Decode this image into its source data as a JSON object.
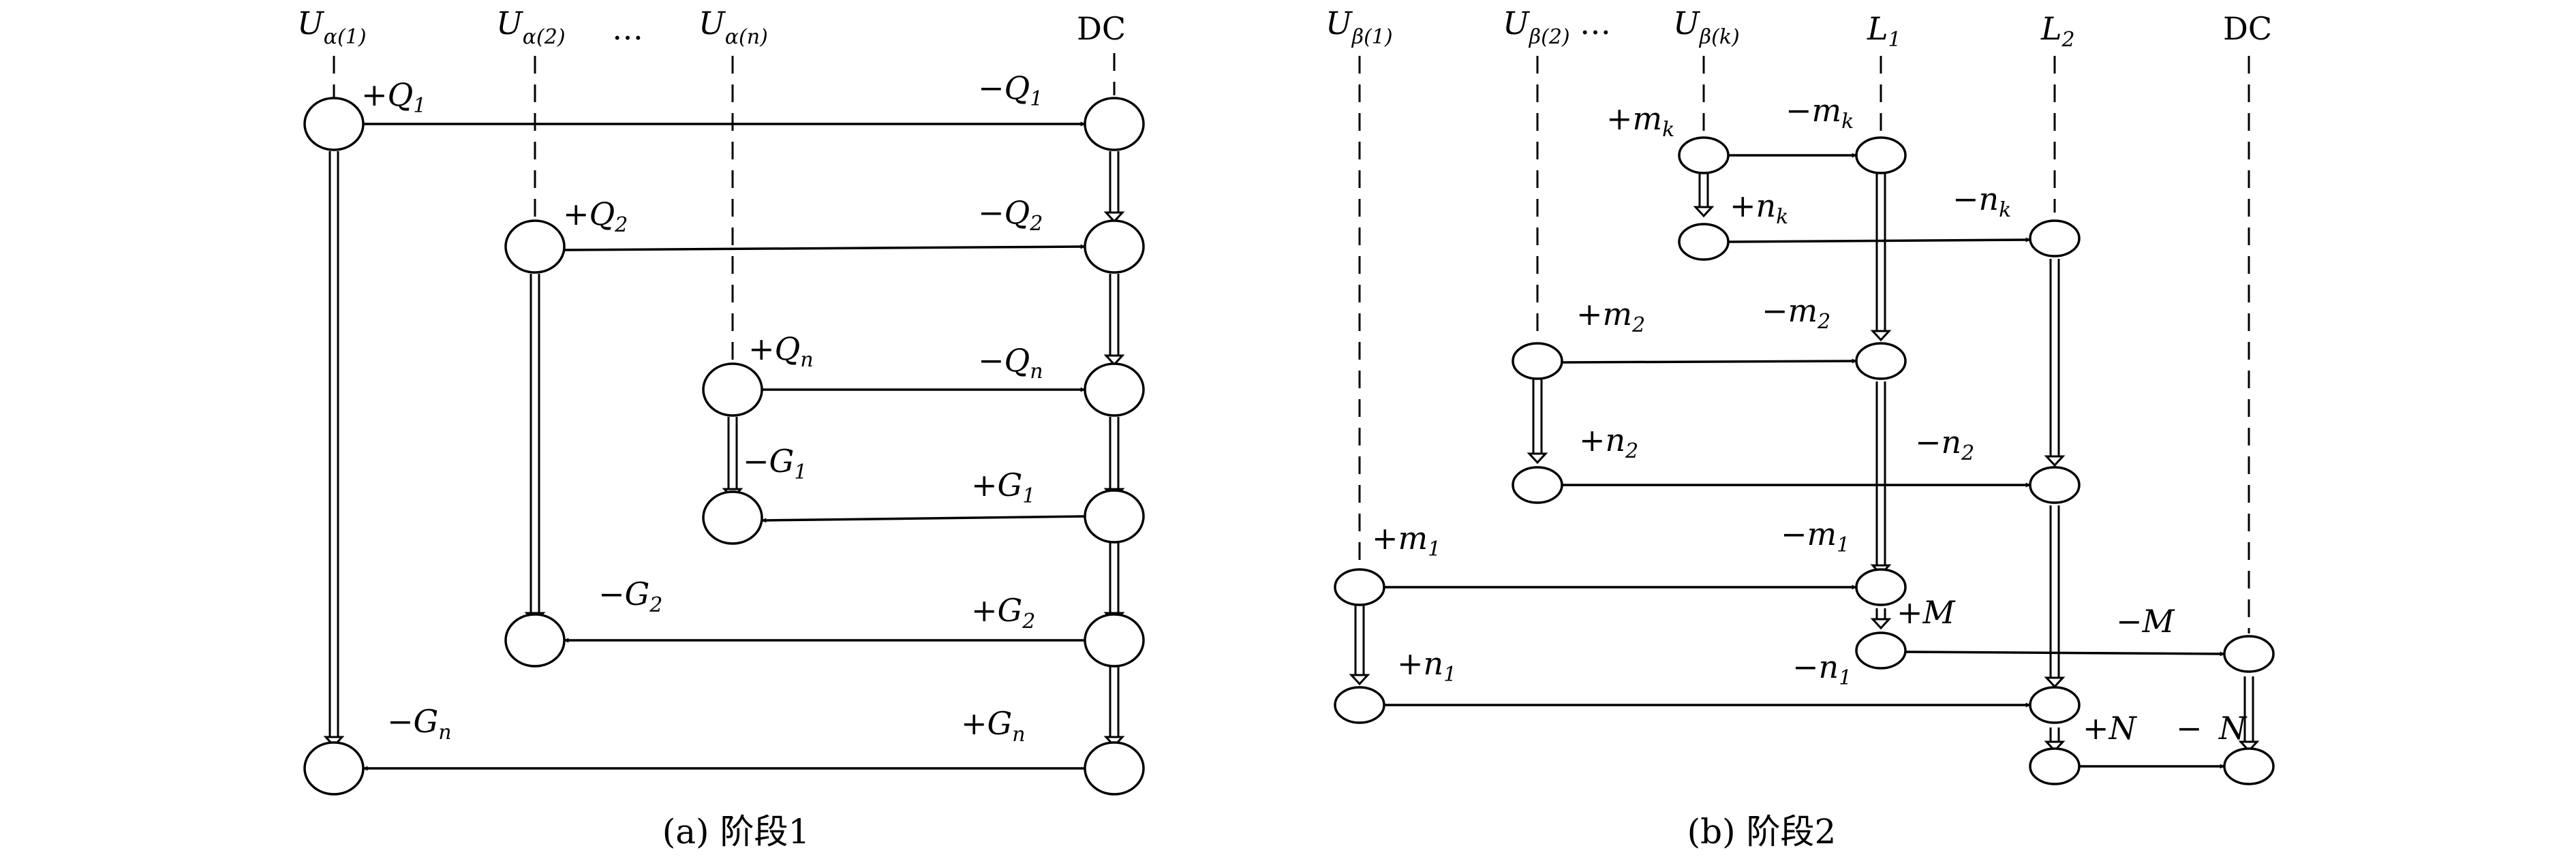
{
  "diagram": {
    "panel_a": {
      "caption": "(a) 阶段1",
      "lanes": [
        {
          "id": "ua1",
          "label": "U",
          "sub": "α(1)"
        },
        {
          "id": "ua2",
          "label": "U",
          "sub": "α(2)"
        },
        {
          "id": "ellipsis",
          "label": "…"
        },
        {
          "id": "uan",
          "label": "U",
          "sub": "α(n)"
        },
        {
          "id": "dc",
          "label": "DC"
        }
      ],
      "messages": [
        {
          "id": "q1",
          "from": "ua1",
          "to": "dc",
          "send": "+Q",
          "send_sub": "1",
          "recv": "−Q",
          "recv_sub": "1"
        },
        {
          "id": "q2",
          "from": "ua2",
          "to": "dc",
          "send": "+Q",
          "send_sub": "2",
          "recv": "−Q",
          "recv_sub": "2"
        },
        {
          "id": "qn",
          "from": "uan",
          "to": "dc",
          "send": "+Q",
          "send_sub": "n",
          "recv": "−Q",
          "recv_sub": "n"
        },
        {
          "id": "g1",
          "from": "dc",
          "to": "uan",
          "send": "+G",
          "send_sub": "1",
          "recv": "−G",
          "recv_sub": "1"
        },
        {
          "id": "g2",
          "from": "dc",
          "to": "ua2",
          "send": "+G",
          "send_sub": "2",
          "recv": "−G",
          "recv_sub": "2"
        },
        {
          "id": "gn",
          "from": "dc",
          "to": "ua1",
          "send": "+G",
          "send_sub": "n",
          "recv": "−G",
          "recv_sub": "n"
        }
      ]
    },
    "panel_b": {
      "caption": "(b) 阶段2",
      "lanes": [
        {
          "id": "ub1",
          "label": "U",
          "sub": "β(1)"
        },
        {
          "id": "ub2",
          "label": "U",
          "sub": "β(2)"
        },
        {
          "id": "ellipsis",
          "label": "…"
        },
        {
          "id": "ubk",
          "label": "U",
          "sub": "β(k)"
        },
        {
          "id": "l1",
          "label": "L",
          "sub": "1"
        },
        {
          "id": "l2",
          "label": "L",
          "sub": "2"
        },
        {
          "id": "dc",
          "label": "DC"
        }
      ],
      "messages": [
        {
          "id": "mk",
          "from": "ubk",
          "to": "l1",
          "send": "+m",
          "send_sub": "k",
          "recv": "−m",
          "recv_sub": "k"
        },
        {
          "id": "nk",
          "from": "ubk",
          "to": "l2",
          "send": "+n",
          "send_sub": "k",
          "recv": "−n",
          "recv_sub": "k"
        },
        {
          "id": "m2",
          "from": "ub2",
          "to": "l1",
          "send": "+m",
          "send_sub": "2",
          "recv": "−m",
          "recv_sub": "2"
        },
        {
          "id": "n2",
          "from": "ub2",
          "to": "l2",
          "send": "+n",
          "send_sub": "2",
          "recv": "−n",
          "recv_sub": "2"
        },
        {
          "id": "m1",
          "from": "ub1",
          "to": "l1",
          "send": "+m",
          "send_sub": "1",
          "recv": "−m",
          "recv_sub": "1"
        },
        {
          "id": "n1",
          "from": "ub1",
          "to": "l2",
          "send": "+n",
          "send_sub": "1",
          "recv": "−n",
          "recv_sub": "1"
        },
        {
          "id": "M",
          "from": "l1",
          "to": "dc",
          "send": "+M",
          "recv": "−M"
        },
        {
          "id": "N",
          "from": "l2",
          "to": "dc",
          "send": "+N",
          "recv": "N",
          "recv_prefix": "−"
        }
      ]
    }
  }
}
